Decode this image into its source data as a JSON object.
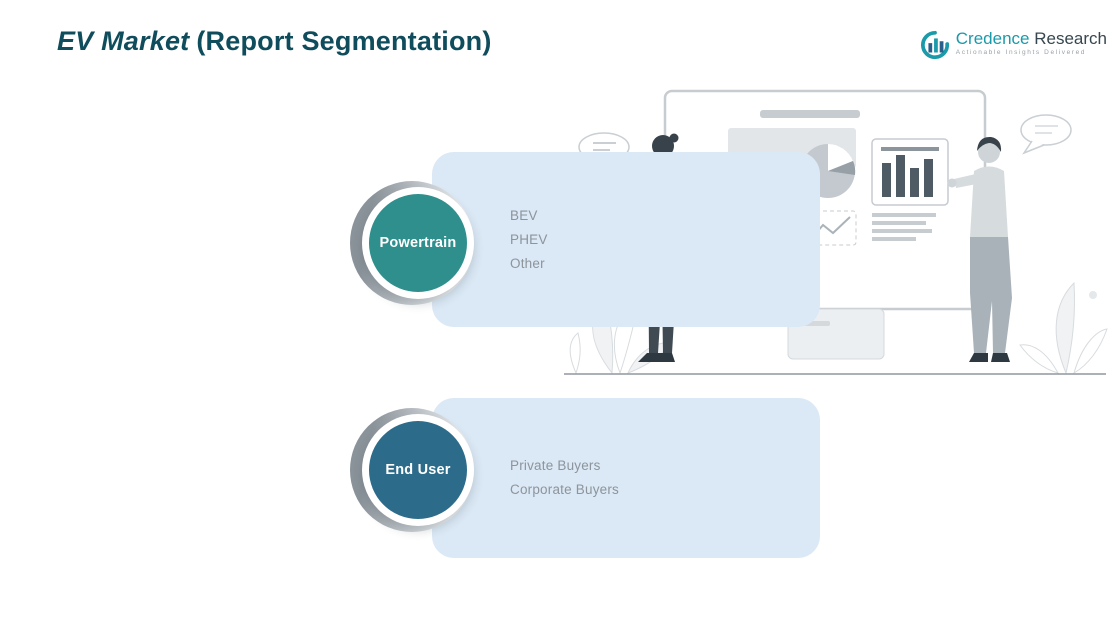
{
  "header": {
    "title_italic": "EV Market",
    "title_rest": "(Report Segmentation)"
  },
  "logo": {
    "brand_primary": "Credence",
    "brand_secondary": "Research",
    "tagline": "Actionable Insights Delivered"
  },
  "segments": [
    {
      "label": "Powertrain",
      "items": [
        "BEV",
        "PHEV",
        "Other"
      ],
      "circle_color": "#2e8f8d"
    },
    {
      "label": "End User",
      "items": [
        "Private Buyers",
        "Corporate Buyers"
      ],
      "circle_color": "#2c6c8a"
    }
  ],
  "colors": {
    "title": "#0f4c5c",
    "card_background": "#dbe8f5",
    "item_text": "#8d949b",
    "logo_teal": "#1b9aaa",
    "logo_dark": "#37474f"
  }
}
